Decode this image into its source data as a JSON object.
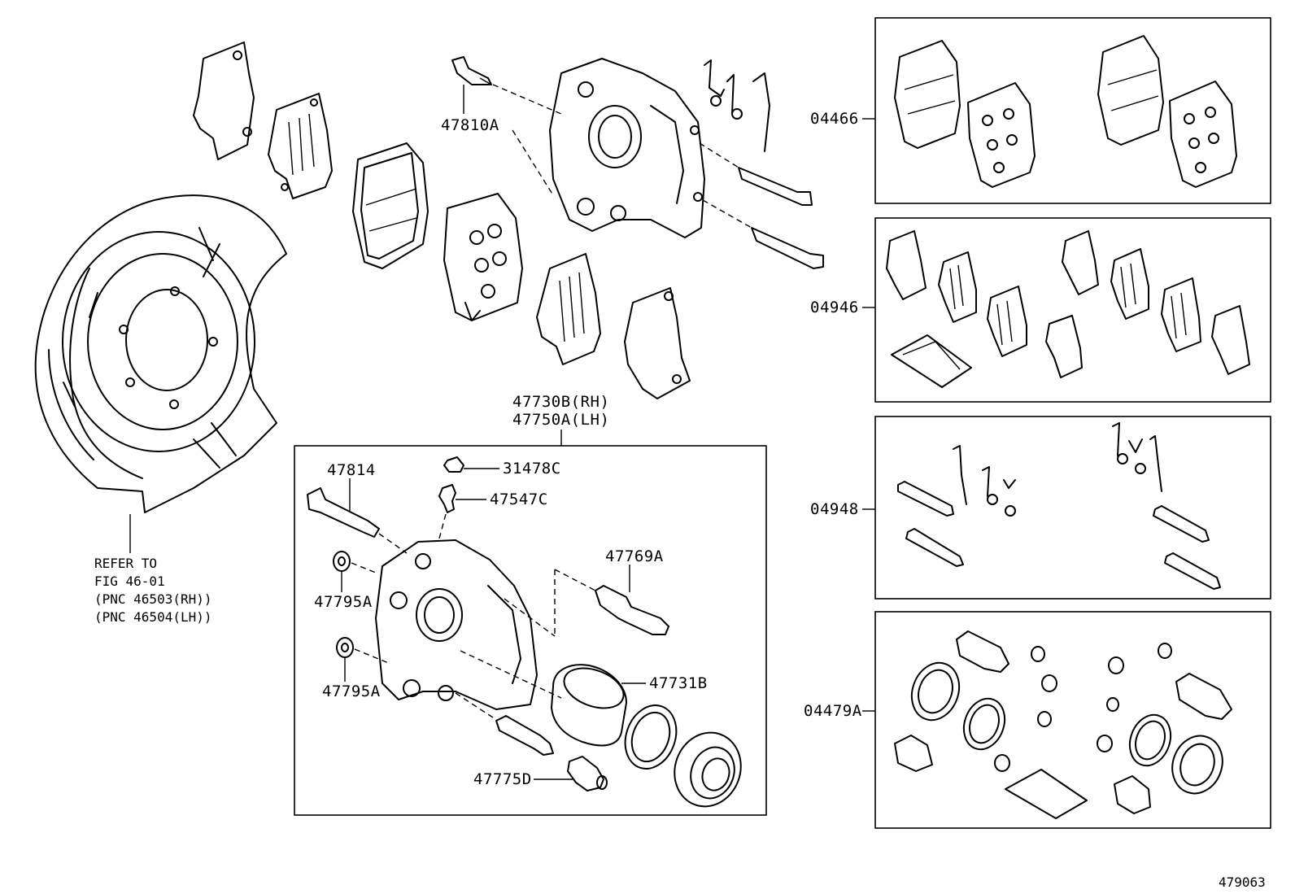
{
  "callouts": {
    "p47810A": "47810A",
    "p47730B": "47730B(RH)",
    "p47750A": "47750A(LH)",
    "p47814": "47814",
    "p31478C": "31478C",
    "p47547C": "47547C",
    "p47769A": "47769A",
    "p47795A_1": "47795A",
    "p47795A_2": "47795A",
    "p47731B": "47731B",
    "p47775D": "47775D",
    "k04466": "04466",
    "k04946": "04946",
    "k04948": "04948",
    "k04479A": "04479A"
  },
  "refer": {
    "line1": "REFER TO",
    "line2": "FIG 46-01",
    "line3": "(PNC 46503(RH))",
    "line4": "(PNC 46504(LH))"
  },
  "figure_id": "479063"
}
